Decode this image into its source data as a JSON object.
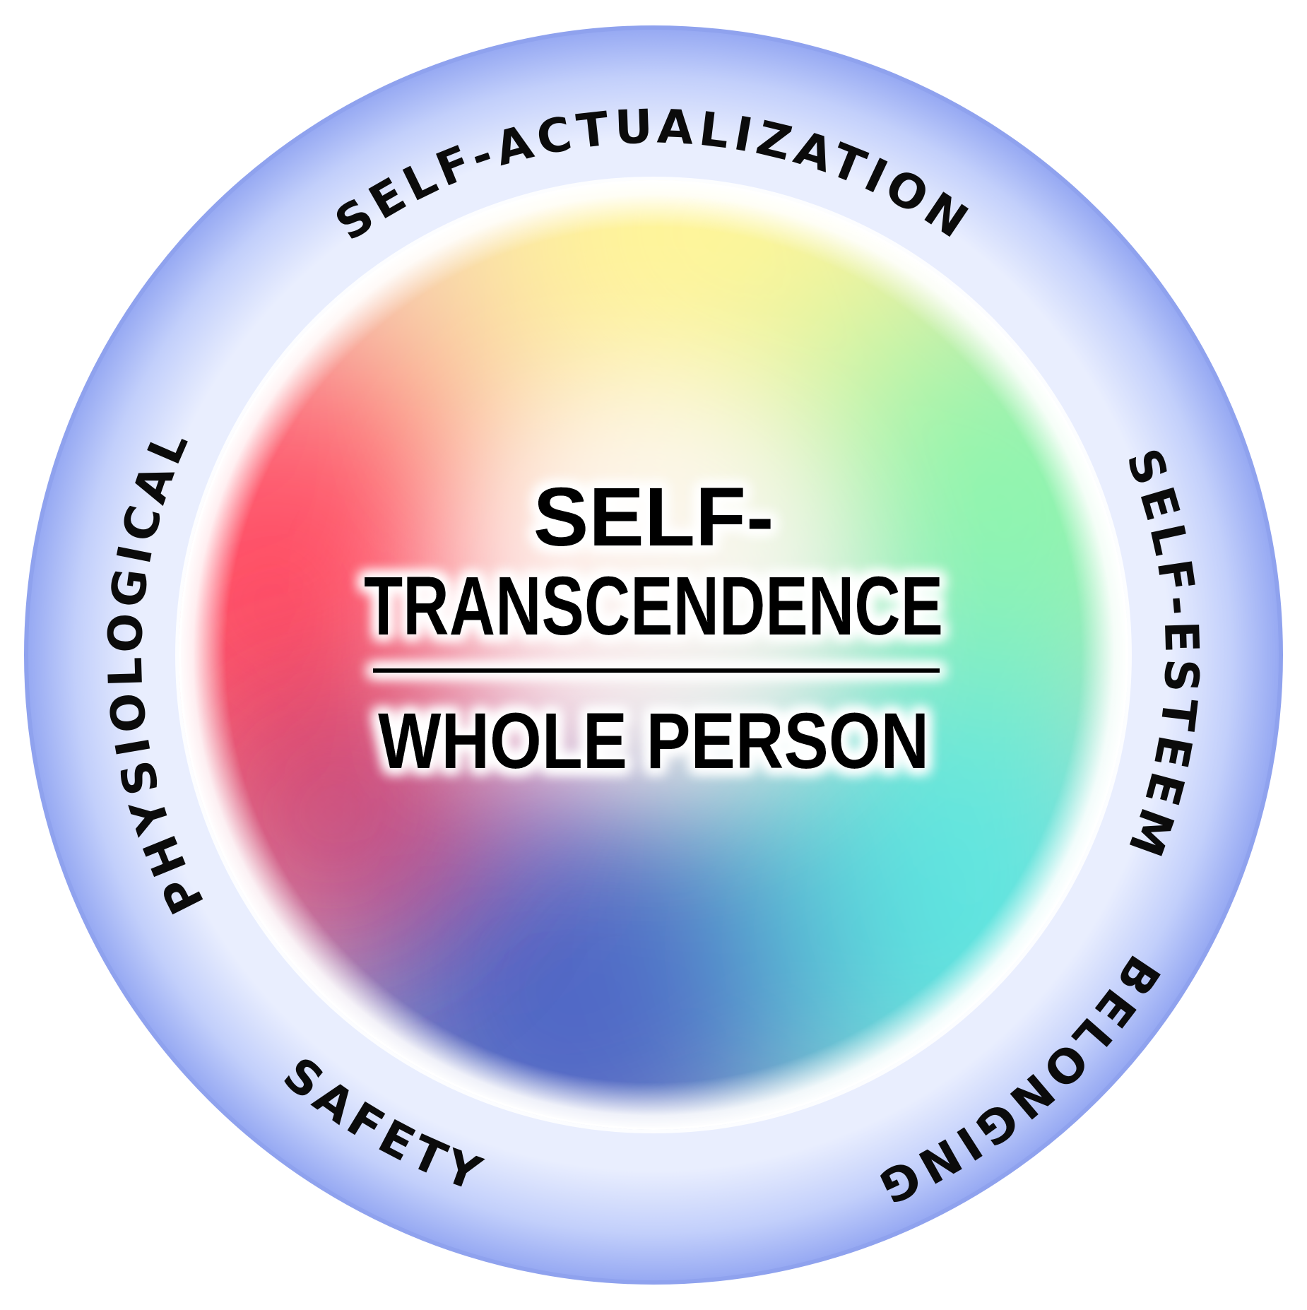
{
  "ring_labels": {
    "top": "SELF-ACTUALIZATION",
    "right": "SELF-ESTEEM",
    "bottom_right": "BELONGING",
    "bottom_left": "SAFETY",
    "left": "PHYSIOLOGICAL"
  },
  "center": {
    "line1": "SELF-",
    "line2": "TRANSCENDENCE",
    "line3": "WHOLE PERSON"
  },
  "colors": {
    "ring": "#a6b7f6",
    "red": "#ff5a6a",
    "yellow": "#fff79a",
    "green": "#93f5b2",
    "cyan": "#6ee7e3",
    "blue": "#5a73c8",
    "pink": "#f07ad8"
  }
}
